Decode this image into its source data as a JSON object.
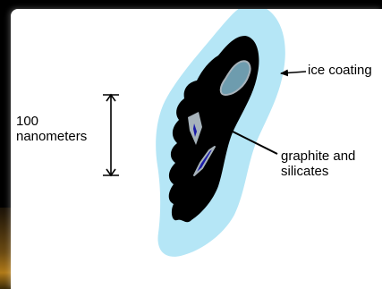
{
  "labels": {
    "ice_coating": "ice coating",
    "graphite_and_silicates": "graphite and\nsilicates",
    "scale": "100\nnanometers"
  },
  "colors": {
    "ice": "#b5e6f6",
    "grain": "#000000",
    "inclusion_gray": "#a7b3bb",
    "inclusion_teal": "#6e9cae",
    "inclusion_blue": "#1a1aa8",
    "background": "#ffffff"
  }
}
